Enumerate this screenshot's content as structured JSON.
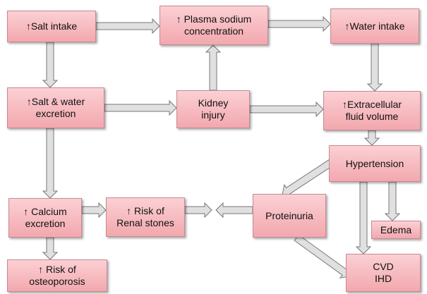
{
  "nodes": {
    "salt_intake": "↑Salt intake",
    "plasma_sodium": "↑ Plasma sodium\nconcentration",
    "water_intake": "↑Water intake",
    "salt_water_excretion": "↑Salt & water\nexcretion",
    "kidney_injury": "Kidney\ninjury",
    "ecf_volume": "↑Extracellular\nfluid volume",
    "hypertension": "Hypertension",
    "calcium_excretion": "↑ Calcium\nexcretion",
    "renal_stones": "↑ Risk of\nRenal stones",
    "proteinuria": "Proteinuria",
    "edema": "Edema",
    "osteoporosis": "↑ Risk of\nosteoporosis",
    "cvd_ihd": "CVD\nIHD"
  },
  "colors": {
    "box_fill_top": "#fbd0d4",
    "box_fill_bottom": "#f2a8ae",
    "arrow_fill": "#e0e0e0",
    "arrow_stroke": "#777777"
  }
}
